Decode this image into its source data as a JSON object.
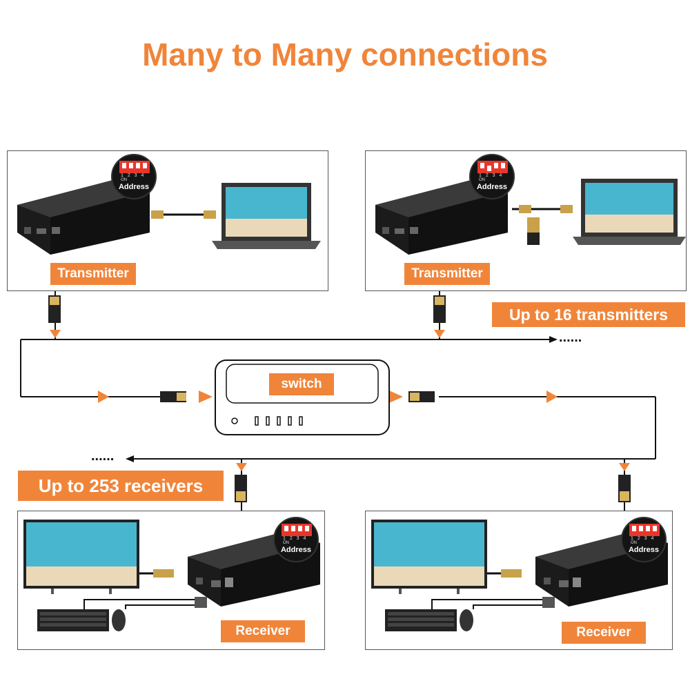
{
  "title": "Many to Many connections",
  "transmitters": [
    {
      "label": "Transmitter",
      "badge_label": "Address",
      "dip_numbers": "1 2 3 4",
      "dip_on": "ON"
    },
    {
      "label": "Transmitter",
      "badge_label": "Address",
      "dip_numbers": "1 2 3 4",
      "dip_on": "ON"
    }
  ],
  "receivers": [
    {
      "label": "Receiver",
      "badge_label": "Address",
      "dip_numbers": "1 2 3 4",
      "dip_on": "ON"
    },
    {
      "label": "Receiver",
      "badge_label": "Address",
      "dip_numbers": "1 2 3 4",
      "dip_on": "ON"
    }
  ],
  "switch_label": "switch",
  "transmitters_note": "Up to 16 transmitters",
  "receivers_note": "Up to 253 receivers",
  "continuation": "......",
  "colors": {
    "accent": "#F0853A",
    "line": "#111111",
    "box_border": "#555555"
  }
}
